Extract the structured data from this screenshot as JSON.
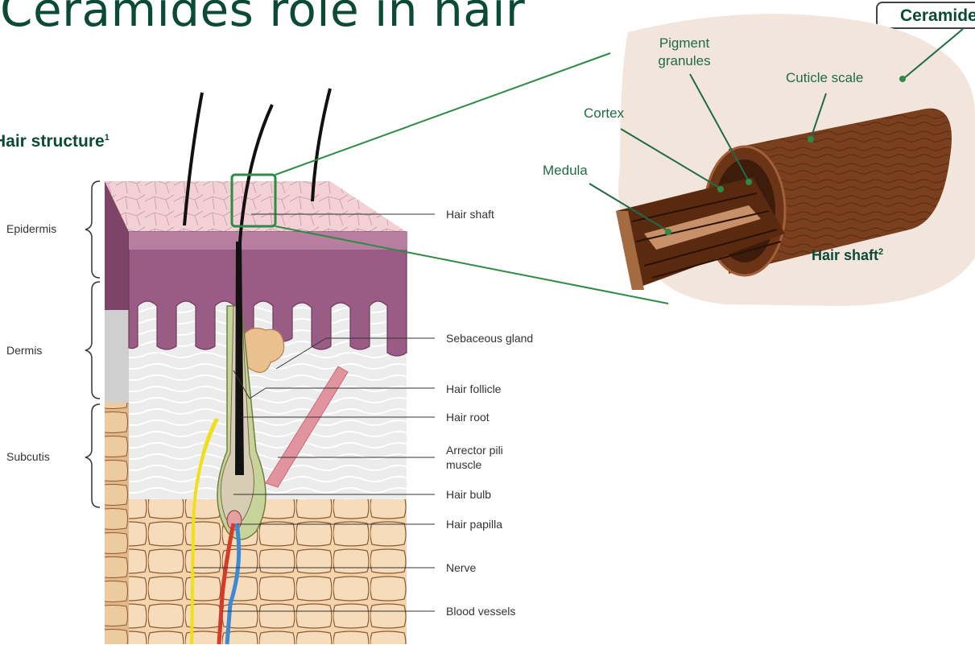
{
  "title": "Ceramides role in hair",
  "subtitle": {
    "text": "Hair structure",
    "footnote": "1"
  },
  "chip_label": "Ceramides",
  "layer_labels": {
    "epidermis": "Epidermis",
    "dermis": "Dermis",
    "subcutis": "Subcutis"
  },
  "callouts": {
    "hair_shaft": "Hair shaft",
    "sebaceous_gland": "Sebaceous gland",
    "hair_follicle": "Hair follicle",
    "hair_root": "Hair root",
    "arrector_pili": "Arrector pili muscle",
    "hair_bulb": "Hair bulb",
    "hair_papilla": "Hair papilla",
    "nerve": "Nerve",
    "blood_vessels": "Blood vessels"
  },
  "shaft_labels": {
    "pigment_granules": "Pigment granules",
    "cuticle_scale": "Cuticle scale",
    "cortex": "Cortex",
    "medula": "Medula"
  },
  "shaft_caption": {
    "text": "Hair shaft",
    "footnote": "2"
  },
  "colors": {
    "brand_green": "#0b4a36",
    "accent_green": "#2e8b46",
    "skin_pink": "#efc9cf",
    "dermis_purple": "#9a5c85",
    "fat_tan": "#f3d4ad",
    "hair_brown": "#8a4a26"
  }
}
